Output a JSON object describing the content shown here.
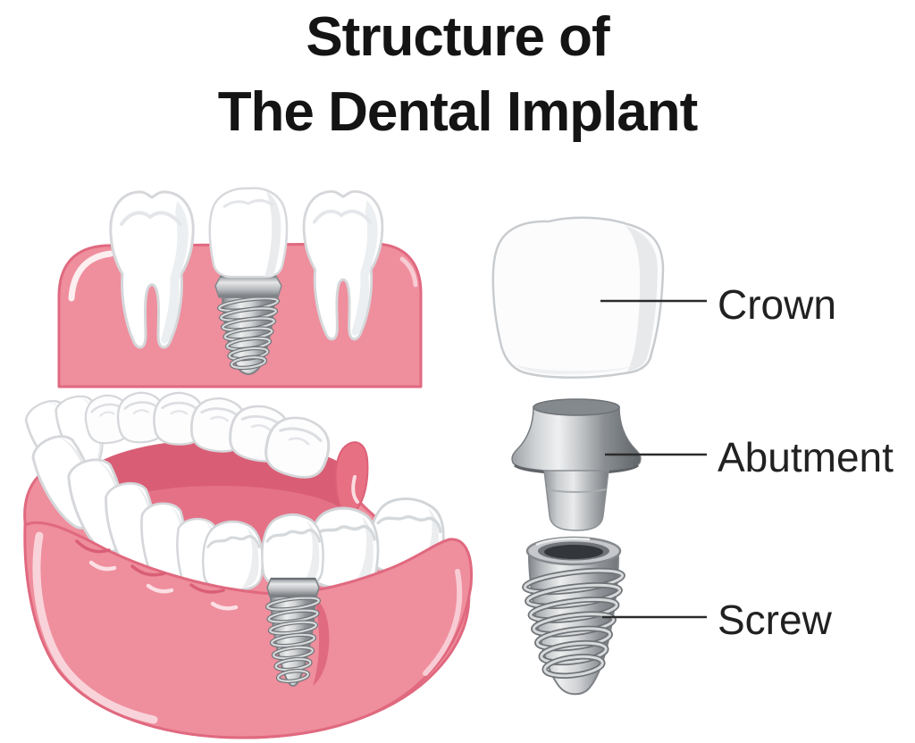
{
  "title": {
    "line1": "Structure of",
    "line2": "The Dental Implant"
  },
  "labels": [
    {
      "id": "crown",
      "text": "Crown"
    },
    {
      "id": "abutment",
      "text": "Abutment"
    },
    {
      "id": "screw",
      "text": "Screw"
    }
  ],
  "palette": {
    "background": "#ffffff",
    "title_text": "#141414",
    "label_text": "#212121",
    "leader_line": "#2b2b2b",
    "gum_pink": "#ef8e9d",
    "gum_outline": "#e0697f",
    "gum_inner_dark": "#d95e75",
    "gum_inner_mid": "#e57187",
    "gum_highlight": "#f9d3da",
    "tooth_white": "#ffffff",
    "tooth_shade": "#eaedef",
    "tooth_outline": "#d5d7da",
    "metal_light": "#eceded",
    "metal_mid": "#aaadb1",
    "metal_dark": "#6e7276",
    "screw_hole_dark": "#33363a"
  }
}
